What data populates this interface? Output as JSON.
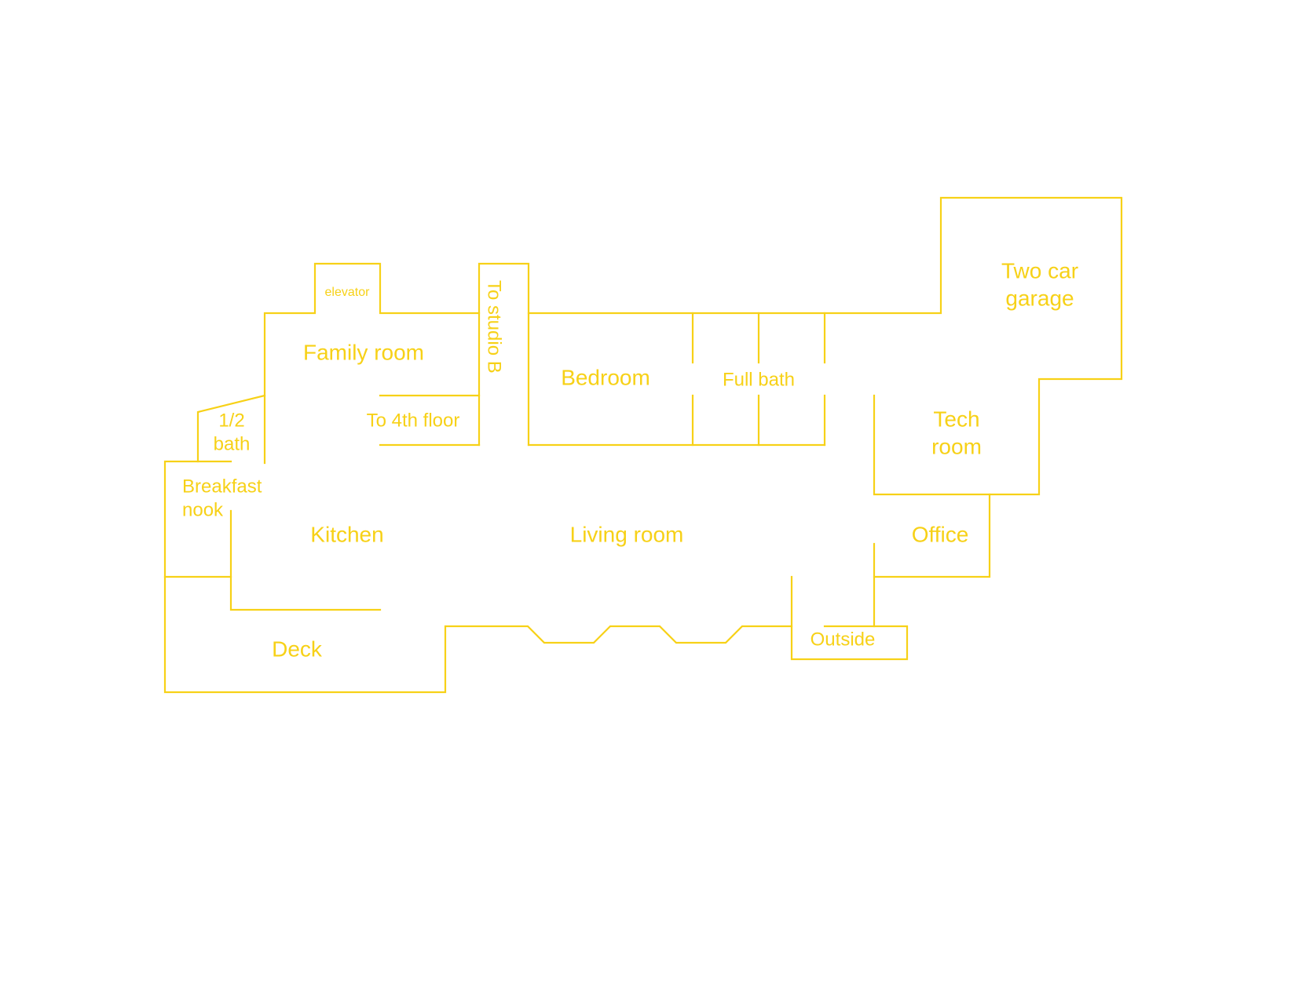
{
  "colors": {
    "line": "#f7d117",
    "text": "#f7d117",
    "background": "#ffffff"
  },
  "rooms": {
    "elevator": "elevator",
    "to_studio_b": "To studio B",
    "two_car_garage_line1": "Two car",
    "two_car_garage_line2": "garage",
    "family_room": "Family room",
    "bedroom": "Bedroom",
    "full_bath": "Full bath",
    "half_bath_line1": "1/2",
    "half_bath_line2": "bath",
    "to_4th_floor": "To 4th floor",
    "tech_room_line1": "Tech",
    "tech_room_line2": "room",
    "breakfast_nook_line1": "Breakfast",
    "breakfast_nook_line2": "nook",
    "kitchen": "Kitchen",
    "living_room": "Living room",
    "office": "Office",
    "outside": "Outside",
    "deck": "Deck"
  }
}
